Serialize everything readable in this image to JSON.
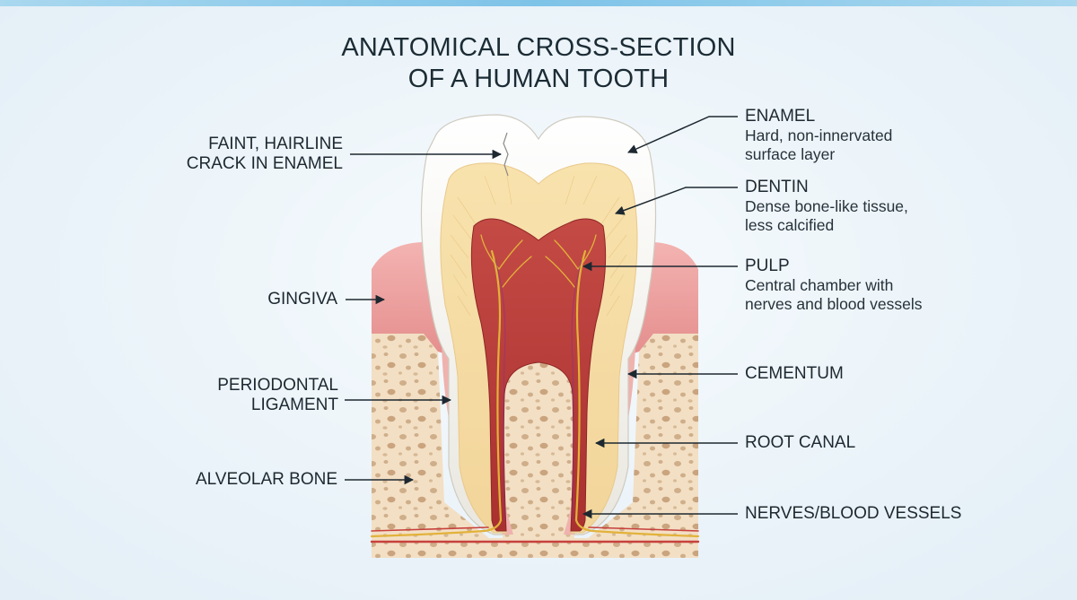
{
  "title": {
    "line1": "ANATOMICAL CROSS-SECTION",
    "line2": "OF A HUMAN TOOTH"
  },
  "labels": {
    "enamel": {
      "name": "ENAMEL",
      "desc1": "Hard, non-innervated",
      "desc2": "surface layer"
    },
    "dentin": {
      "name": "DENTIN",
      "desc1": "Dense bone-like tissue,",
      "desc2": "less calcified"
    },
    "pulp": {
      "name": "PULP",
      "desc1": "Central chamber with",
      "desc2": "nerves and blood vessels"
    },
    "cementum": {
      "name": "CEMENTUM"
    },
    "root_canal": {
      "name": "ROOT CANAL"
    },
    "nerves": {
      "name": "NERVES/BLOOD VESSELS"
    },
    "crack": {
      "line1": "FAINT, HAIRLINE",
      "line2": "CRACK IN ENAMEL"
    },
    "gingiva": {
      "name": "GINGIVA"
    },
    "ligament": {
      "line1": "PERIODONTAL",
      "line2": "LIGAMENT"
    },
    "bone": {
      "name": "ALVEOLAR BONE"
    }
  },
  "colors": {
    "enamel": "#f4f2ec",
    "dentin": "#f6dfa8",
    "pulp": "#b8403f",
    "gingiva": "#ea9c9b",
    "bone": "#f2dcc0",
    "nerve": "#e2b23a"
  }
}
